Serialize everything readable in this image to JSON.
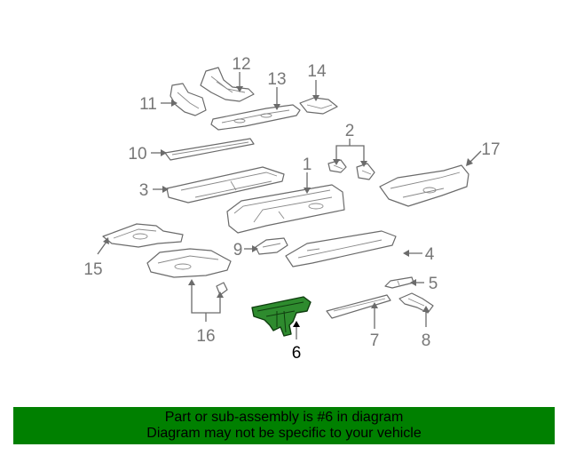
{
  "callouts": {
    "c1": "1",
    "c2": "2",
    "c3": "3",
    "c4": "4",
    "c5": "5",
    "c6": "6",
    "c7": "7",
    "c8": "8",
    "c9": "9",
    "c10": "10",
    "c11": "11",
    "c12": "12",
    "c13": "13",
    "c14": "14",
    "c15": "15",
    "c16": "16",
    "c17": "17"
  },
  "highlighted_part": "6",
  "colors": {
    "highlight_fill": "#2e8b2e",
    "banner_bg": "#008000",
    "line": "#6b6b6b"
  },
  "banner": {
    "line1": "Part or sub-assembly is #6 in diagram",
    "line2": "Diagram may not be specific to your vehicle"
  }
}
